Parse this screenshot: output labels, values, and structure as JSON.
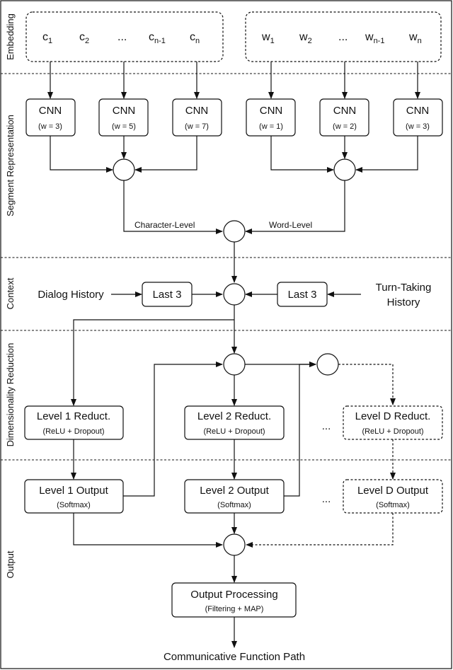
{
  "sections": {
    "embedding": "Embedding",
    "segment": "Segment Representation",
    "context": "Context",
    "dimred": "Dimensionality Reduction",
    "output": "Output"
  },
  "embedding": {
    "chars": [
      {
        "base": "c",
        "sub": "1"
      },
      {
        "base": "c",
        "sub": "2"
      },
      {
        "base": "...",
        "sub": ""
      },
      {
        "base": "c",
        "sub": "n-1"
      },
      {
        "base": "c",
        "sub": "n"
      }
    ],
    "words": [
      {
        "base": "w",
        "sub": "1"
      },
      {
        "base": "w",
        "sub": "2"
      },
      {
        "base": "...",
        "sub": ""
      },
      {
        "base": "w",
        "sub": "n-1"
      },
      {
        "base": "w",
        "sub": "n"
      }
    ]
  },
  "cnn": {
    "char": [
      {
        "title": "CNN",
        "param": "(w = 3)"
      },
      {
        "title": "CNN",
        "param": "(w = 5)"
      },
      {
        "title": "CNN",
        "param": "(w = 7)"
      }
    ],
    "word": [
      {
        "title": "CNN",
        "param": "(w = 1)"
      },
      {
        "title": "CNN",
        "param": "(w = 2)"
      },
      {
        "title": "CNN",
        "param": "(w = 3)"
      }
    ]
  },
  "labels": {
    "char_level": "Character-Level",
    "word_level": "Word-Level",
    "dialog_history": "Dialog History",
    "turn_taking_1": "Turn-Taking",
    "turn_taking_2": "History",
    "last3_left": "Last 3",
    "last3_right": "Last 3",
    "dots_red": "...",
    "dots_out": "...",
    "final": "Communicative Function Path"
  },
  "reduction": [
    {
      "title": "Level 1 Reduct.",
      "sub": "(ReLU + Dropout)"
    },
    {
      "title": "Level 2 Reduct.",
      "sub": "(ReLU + Dropout)"
    },
    {
      "title": "Level D Reduct.",
      "sub": "(ReLU + Dropout)"
    }
  ],
  "outputs": [
    {
      "title": "Level 1 Output",
      "sub": "(Softmax)"
    },
    {
      "title": "Level 2 Output",
      "sub": "(Softmax)"
    },
    {
      "title": "Level D Output",
      "sub": "(Softmax)"
    }
  ],
  "processing": {
    "title": "Output Processing",
    "sub": "(Filtering + MAP)"
  }
}
